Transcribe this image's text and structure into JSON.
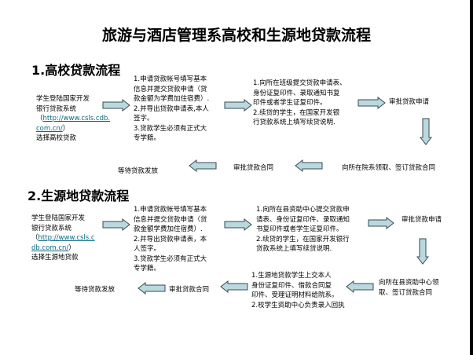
{
  "title": "旅游与酒店管理系高校和生源地贷款流程",
  "section1": {
    "heading": "1.高校贷款流程",
    "start_pre": "学生登陆国家开发\n银行贷款系统\n（",
    "start_link": "http://www.csls.cdb.\ncom.cn/",
    "start_post": "）\n选择高校贷款",
    "step2": "1.申请贷款帐号填写基本\n信息并提交贷款申请（贷\n款金额为学费加住宿费）.\n2.并导出贷款申请表,本人\n签字。\n3.贷款学生必须有正式大\n专学籍。",
    "step3": "1.向所在班级提交贷款申请表、\n身份证复印件、录取通知书复\n印件或者学生证复印件。\n2.续贷的学生，在国家开发银\n行贷款系统上填写续贷说明.",
    "approve_app": "审批贷款申请",
    "sign": "向所在院系领取、签订贷款合同",
    "approve_contract": "审批贷款合同",
    "wait": "等待贷款发放"
  },
  "section2": {
    "heading": "2.生源地贷款流程",
    "start_pre": "学生登陆国家开发\n银行贷款系统\n（",
    "start_link": "http://www.csls.c\ndb.com.cn/",
    "start_post": "）\n选择生源地贷款",
    "step2": "1.申请贷款帐号填写基本\n信息并提交贷款申请（贷\n款金额学费加住宿费）.\n2.并导出贷款申请表，本\n人签字。\n3.贷款学生必须有正式大\n专学籍。",
    "step3": "1.向所在县资助中心提交贷款申\n请表、身份证复印件、录取通知\n书复印件或者学生证复印件。\n2.续贷的学生，在国家开发银行\n贷款系统上填写续贷说明.",
    "approve_app": "审批贷款申请",
    "sign": "向所在县资助中心领\n取、签订贷款合同",
    "submit": "1.生源地贷款学生上交本人\n身份证复印件、借款合同复\n印件、受理证明材料给院系。\n2.校学生资助中心负责录入回执",
    "approve_contract": "审批贷款合同",
    "wait": "等待贷款发放"
  },
  "colors": {
    "arrow_fill": "#b9d9de",
    "arrow_stroke": "#3a4a50"
  }
}
